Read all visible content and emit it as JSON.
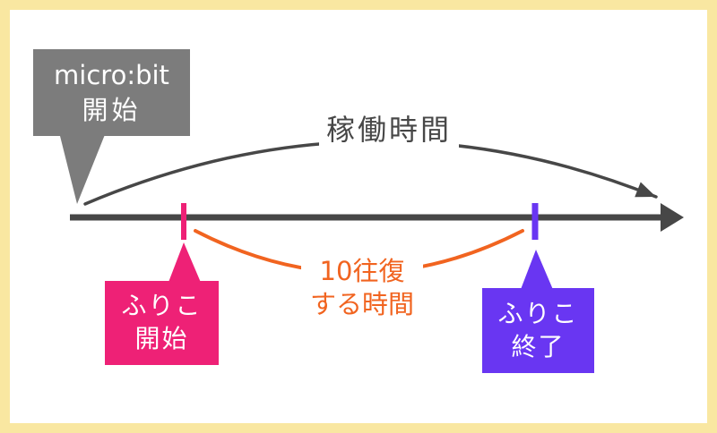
{
  "colors": {
    "frame_yellow": "#f9e7a1",
    "bubble_gray": "#7c7c7c",
    "line_dark_gray": "#474747",
    "pink": "#ee2176",
    "purple": "#6936f2",
    "orange": "#f16420"
  },
  "labels": {
    "microbit_bubble": {
      "line1": "micro:bit",
      "line2": "開始"
    },
    "operation_time": "稼働時間",
    "interval": {
      "line1": "10往復",
      "line2": "する時間"
    },
    "pendulum_start": {
      "line1": "ふりこ",
      "line2": "開始"
    },
    "pendulum_end": {
      "line1": "ふりこ",
      "line2": "終了"
    }
  }
}
